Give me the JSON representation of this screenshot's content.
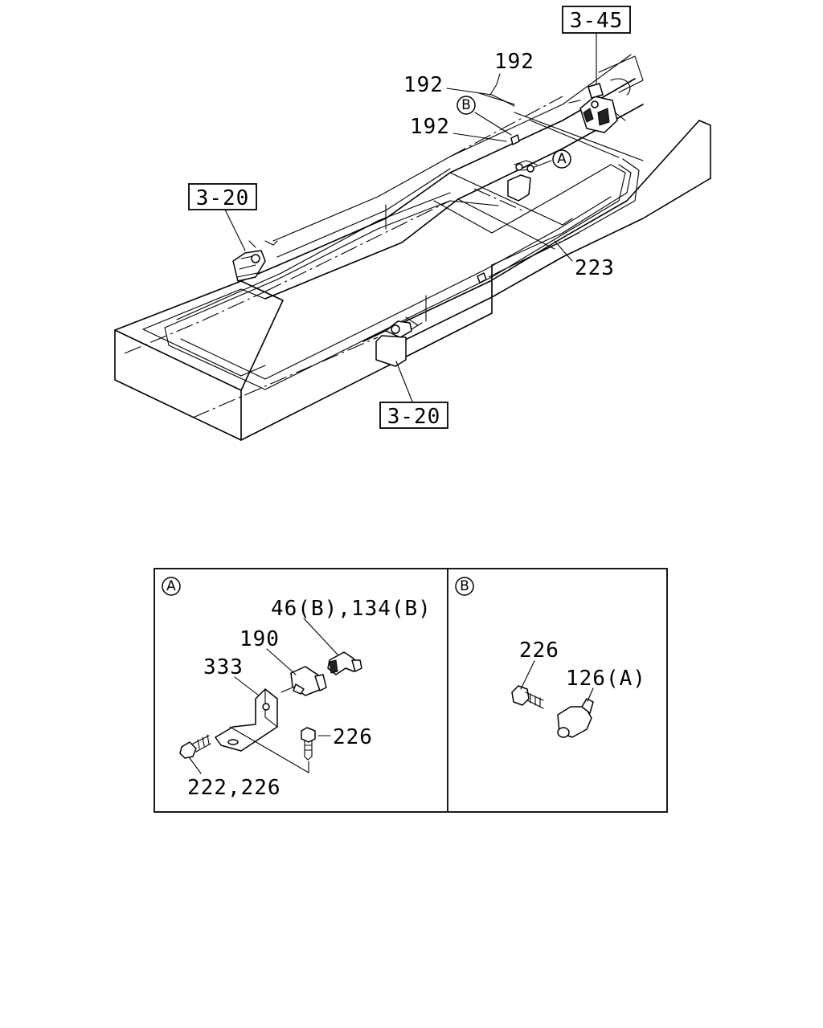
{
  "main_view": {
    "ref_3_45": "3-45",
    "ref_3_20_left": "3-20",
    "ref_3_20_bottom": "3-20",
    "label_192_a": "192",
    "label_192_b": "192",
    "label_192_c": "192",
    "label_223": "223",
    "marker_a": "A",
    "marker_b": "B"
  },
  "detail_a": {
    "marker": "A",
    "label_46_134": "46(B),134(B)",
    "label_190": "190",
    "label_333": "333",
    "label_226": "226",
    "label_222_226": "222,226"
  },
  "detail_b": {
    "marker": "B",
    "label_226": "226",
    "label_126": "126(A)"
  }
}
